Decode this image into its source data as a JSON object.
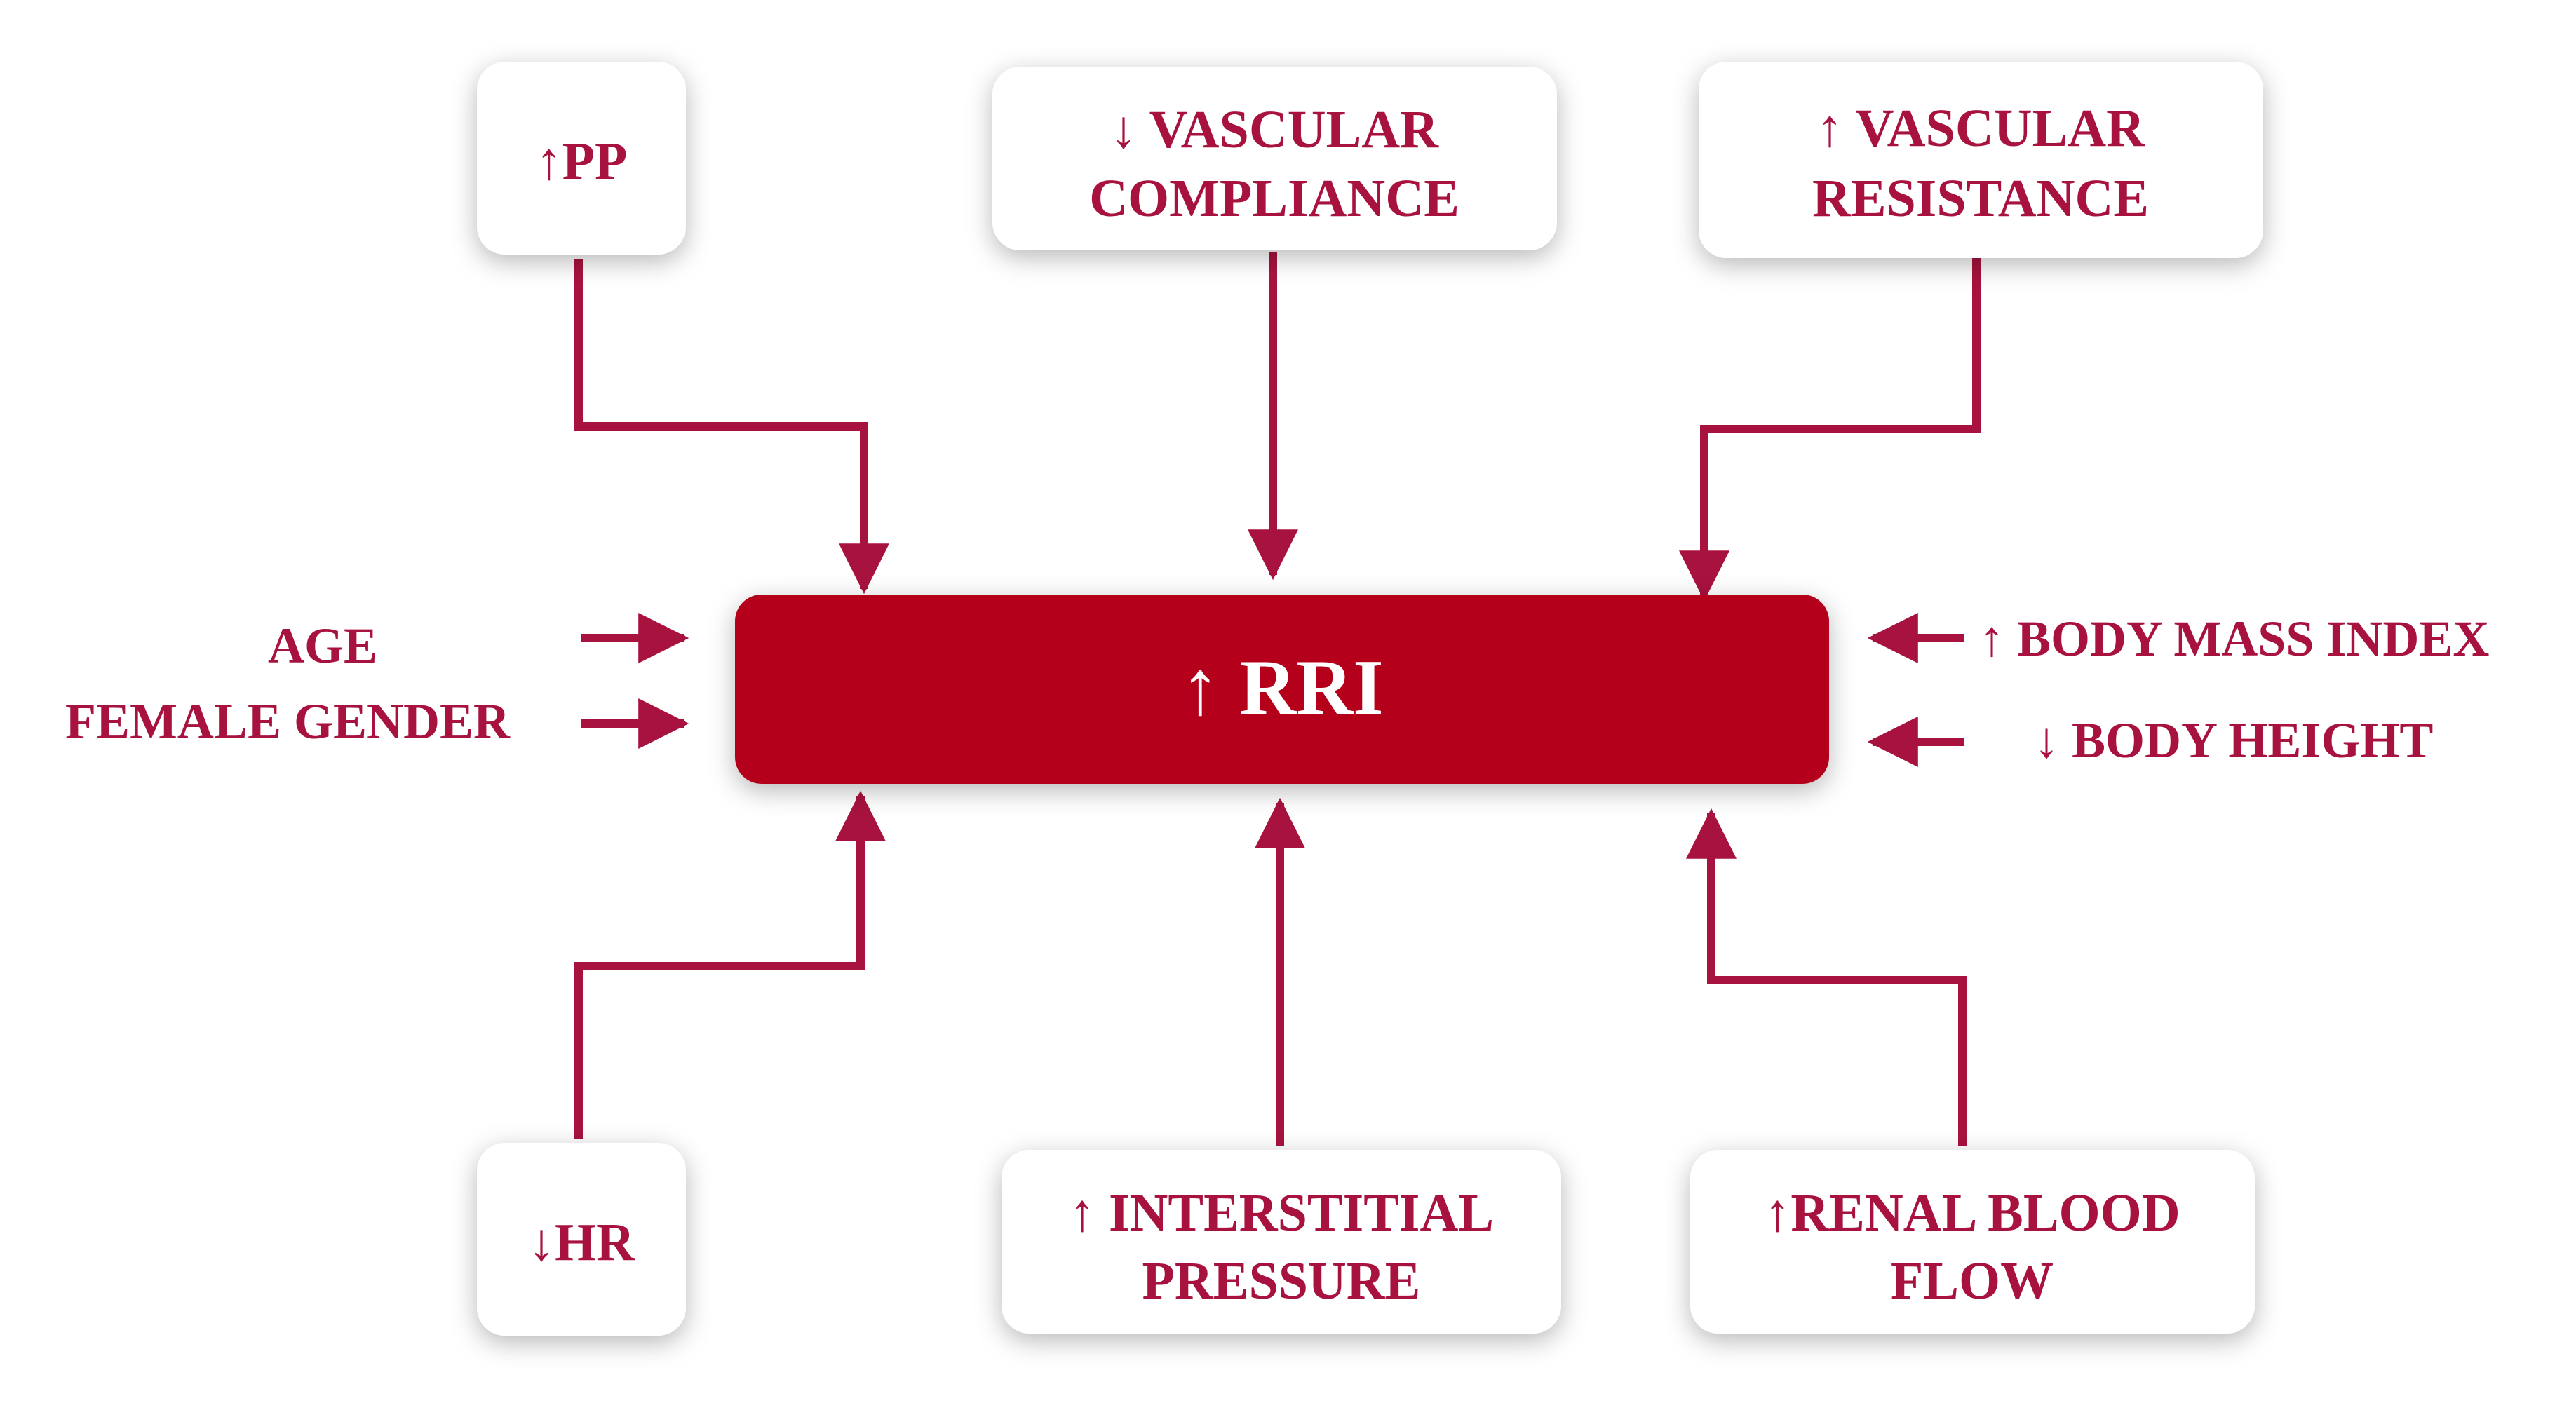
{
  "colors": {
    "primary": "#a8123e",
    "center_fill": "#b5001f",
    "box_fill": "#ffffff",
    "background": "#ffffff"
  },
  "center": {
    "arrow": "↑",
    "label": "RRI"
  },
  "boxes": {
    "pp": {
      "arrow": "↑",
      "line1": "PP"
    },
    "vascular_compliance": {
      "arrow": "↓",
      "line1": "VASCULAR",
      "line2": "COMPLIANCE"
    },
    "vascular_resistance": {
      "arrow": "↑",
      "line1": "VASCULAR",
      "line2": "RESISTANCE"
    },
    "hr": {
      "arrow": "↓",
      "line1": "HR"
    },
    "interstitial_pressure": {
      "arrow": "↑",
      "line1": "INTERSTITIAL",
      "line2": "PRESSURE"
    },
    "renal_blood_flow": {
      "arrow": "↑",
      "line1": "RENAL BLOOD",
      "line2": "FLOW"
    }
  },
  "left_factors": {
    "age": "AGE",
    "female_gender": "FEMALE GENDER"
  },
  "right_factors": {
    "bmi_arrow": "↑",
    "bmi": "BODY MASS INDEX",
    "height_arrow": "↓",
    "height": "BODY HEIGHT"
  }
}
